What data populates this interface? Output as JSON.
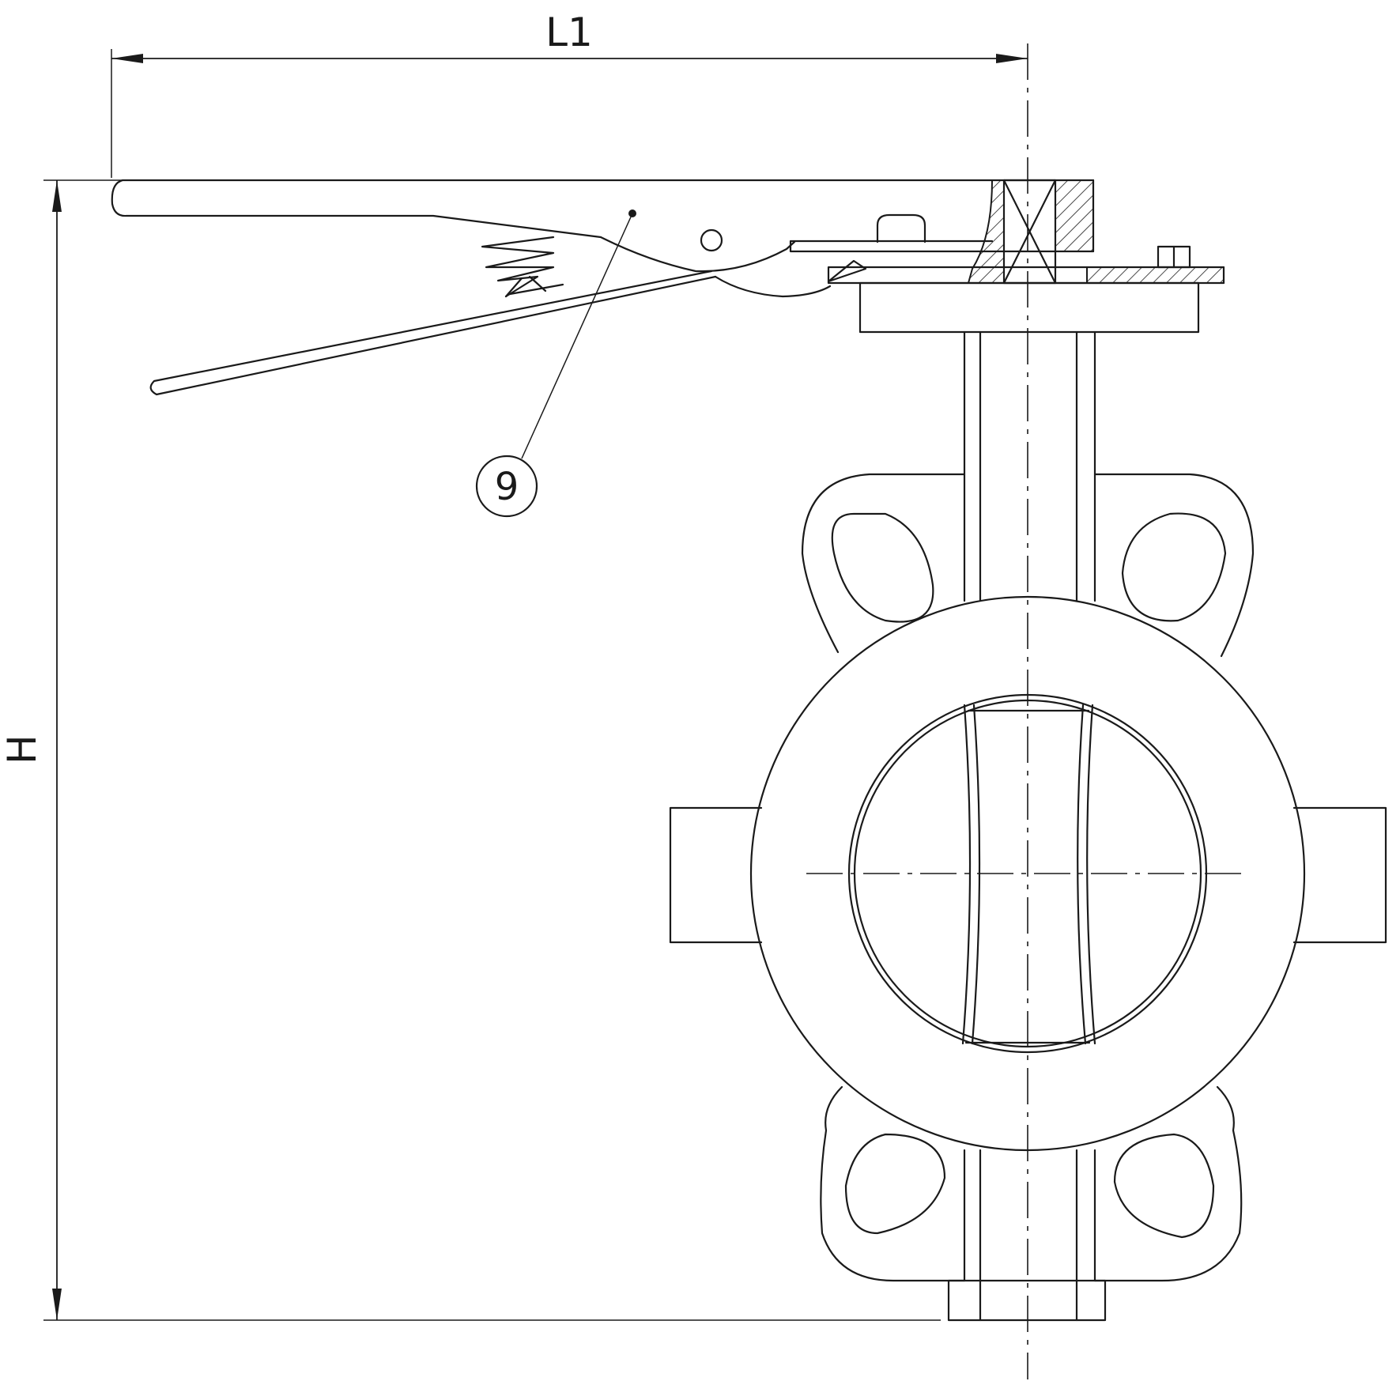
{
  "dimensions": {
    "length_label": "L1",
    "height_label": "H"
  },
  "callouts": [
    {
      "number": "9"
    }
  ],
  "colors": {
    "line": "#1a1a1a",
    "background": "#ffffff"
  }
}
